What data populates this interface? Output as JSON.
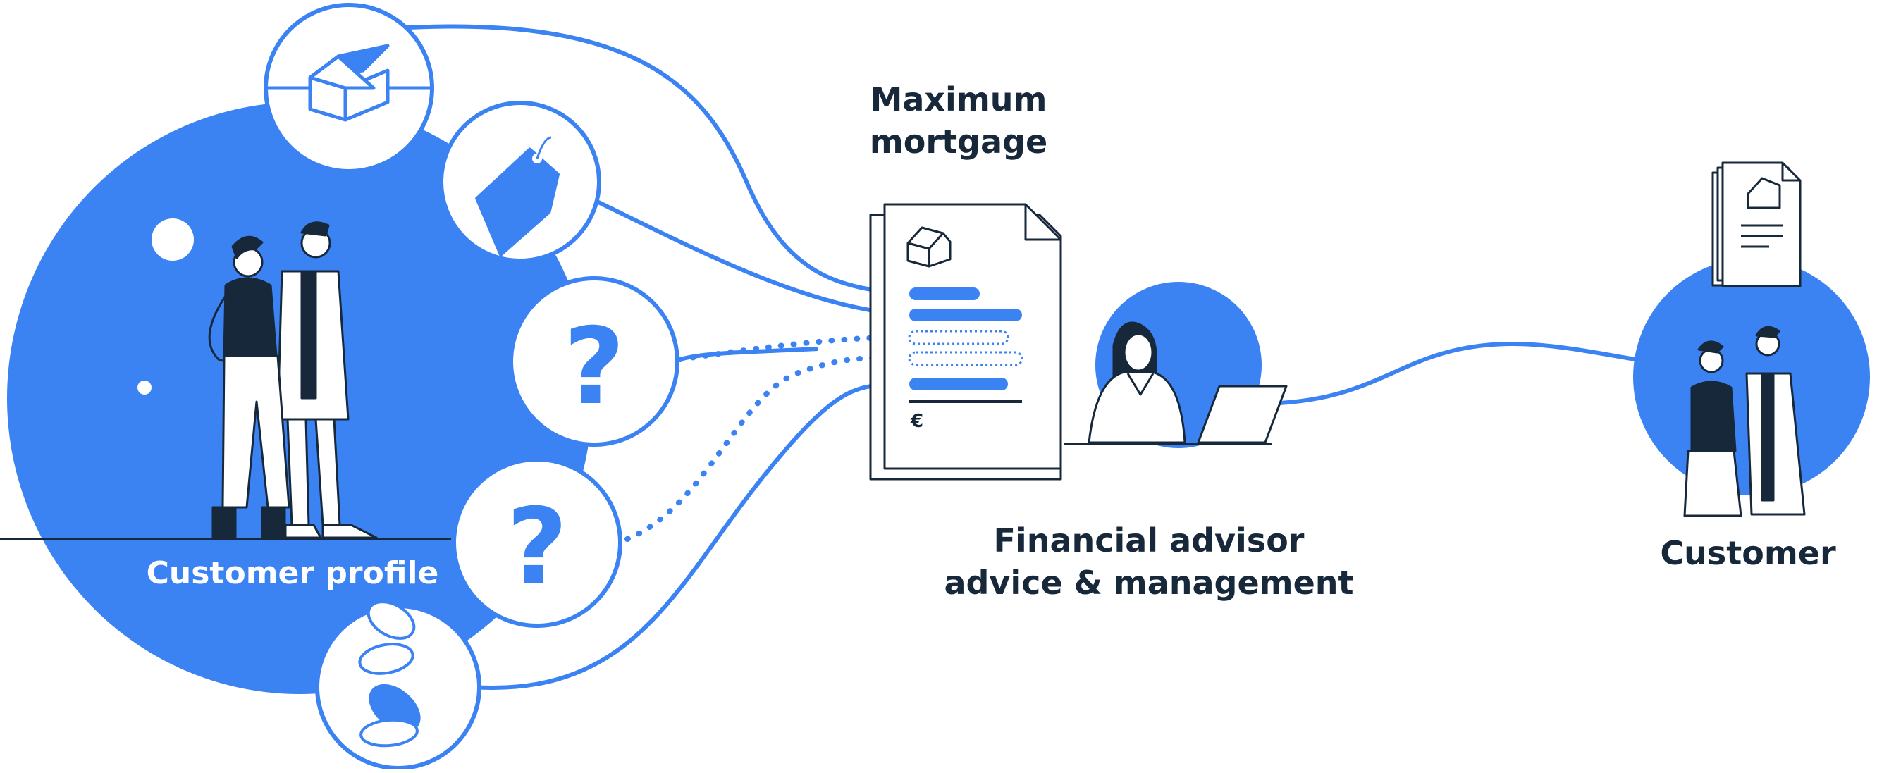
{
  "labels": {
    "customer_profile": "Customer profile",
    "maximum_mortgage_line1": "Maximum",
    "maximum_mortgage_line2": "mortgage",
    "financial_advisor_line1": "Financial advisor",
    "financial_advisor_line2": "advice & management",
    "customer": "Customer"
  },
  "icons": {
    "house": "house-icon",
    "price_tag": "price-tag-icon",
    "question_1": "?",
    "question_2": "?",
    "coins": "coins-icon",
    "euro": "€"
  },
  "colors": {
    "accent_blue": "#3b82f3",
    "ink": "#17283a",
    "background": "#ffffff"
  }
}
